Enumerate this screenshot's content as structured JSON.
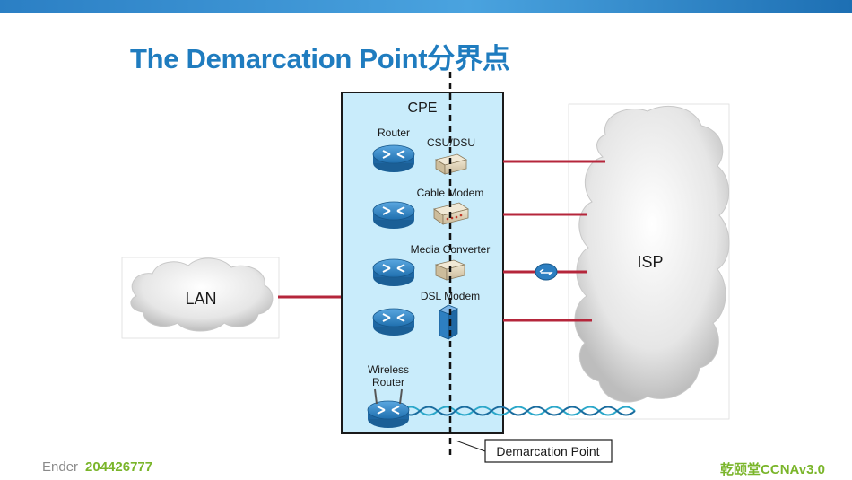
{
  "slide": {
    "title": "The Demarcation Point分界点"
  },
  "diagram": {
    "cpe_label": "CPE",
    "lan_label": "LAN",
    "isp_label": "ISP",
    "devices": {
      "router": "Router",
      "csu_dsu": "CSU/DSU",
      "cable_modem": "Cable Modem",
      "media_converter": "Media Converter",
      "dsl_modem": "DSL Modem",
      "wireless_router_line1": "Wireless",
      "wireless_router_line2": "Router"
    },
    "demarcation_callout": "Demarcation Point"
  },
  "footer": {
    "author": "Ender",
    "id": "204426777",
    "tiny": "",
    "brand": "乾颐堂CCNAv3.0"
  },
  "colors": {
    "title": "#1f7cbf",
    "cpe_fill": "#c9ecfb",
    "link_red": "#b5263b",
    "footer_green": "#7ab52a",
    "router_blue": "#2d7fc1"
  }
}
